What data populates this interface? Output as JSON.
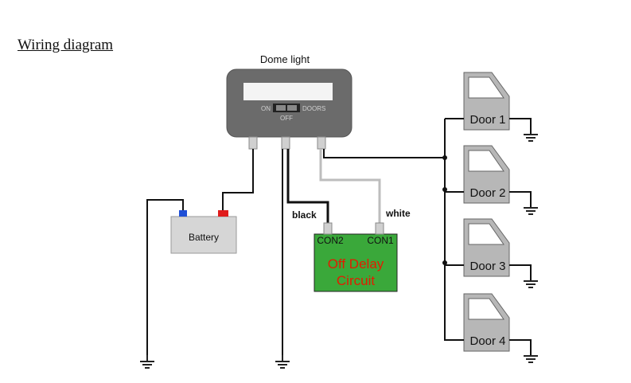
{
  "title": "Wiring diagram",
  "dome_light": {
    "label": "Dome light",
    "switch_on": "ON",
    "switch_off": "OFF",
    "switch_doors": "DOORS"
  },
  "battery": {
    "label": "Battery"
  },
  "circuit": {
    "con2": "CON2",
    "con1": "CON1",
    "line1": "Off Delay",
    "line2": "Circuit"
  },
  "wires": {
    "black": "black",
    "white": "white"
  },
  "doors": [
    {
      "label": "Door 1"
    },
    {
      "label": "Door 2"
    },
    {
      "label": "Door 3"
    },
    {
      "label": "Door 4"
    }
  ],
  "colors": {
    "dome_body": "#6b6b6b",
    "circuit_fill": "#3aa83a",
    "circuit_text": "#e21c00",
    "battery_fill": "#d6d6d6",
    "door_fill": "#b7b7b7",
    "terminal_negative": "#1f4fd6",
    "terminal_positive": "#e01b1b"
  }
}
